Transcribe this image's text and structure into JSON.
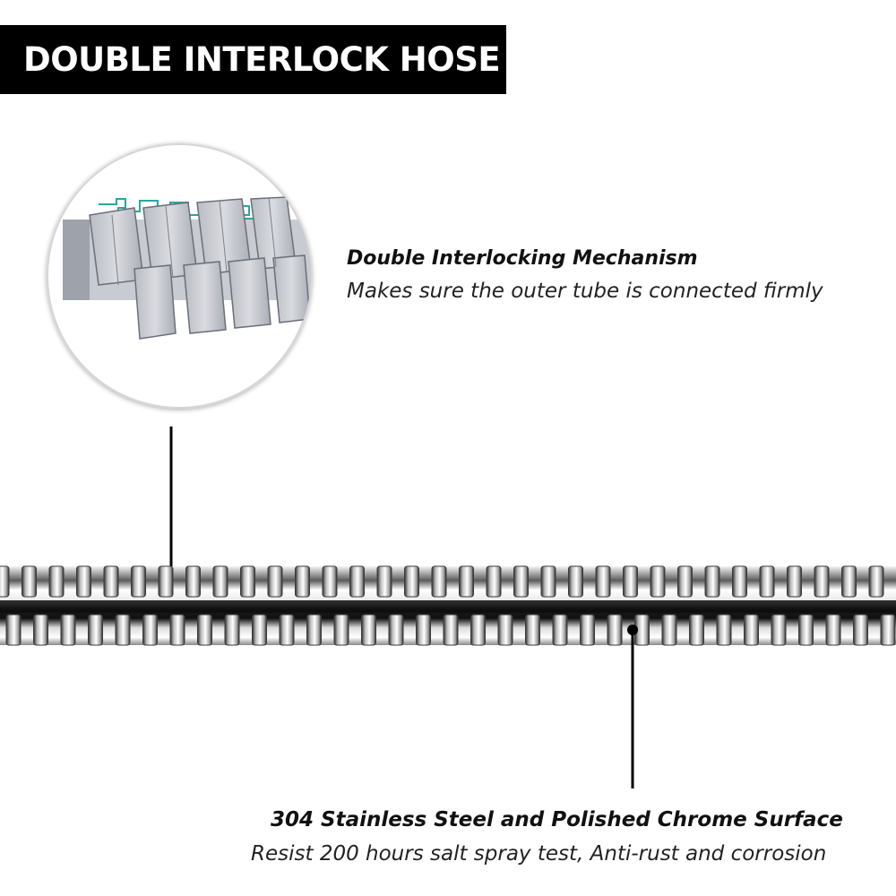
{
  "banner": {
    "title": "DOUBLE INTERLOCK HOSE",
    "background": "#000000",
    "text_color": "#ffffff"
  },
  "callouts": [
    {
      "title": "Double Interlocking Mechanism",
      "description": "Makes sure the outer tube is connected firmly"
    },
    {
      "title": "304 Stainless Steel and Polished Chrome Surface",
      "description": "Resist 200 hours salt spray test, Anti-rust and corrosion"
    }
  ],
  "illustration": {
    "zoom": "magnified-cross-section",
    "hose": "stainless-steel-chrome-hose",
    "accent": "#2aa6a0"
  }
}
